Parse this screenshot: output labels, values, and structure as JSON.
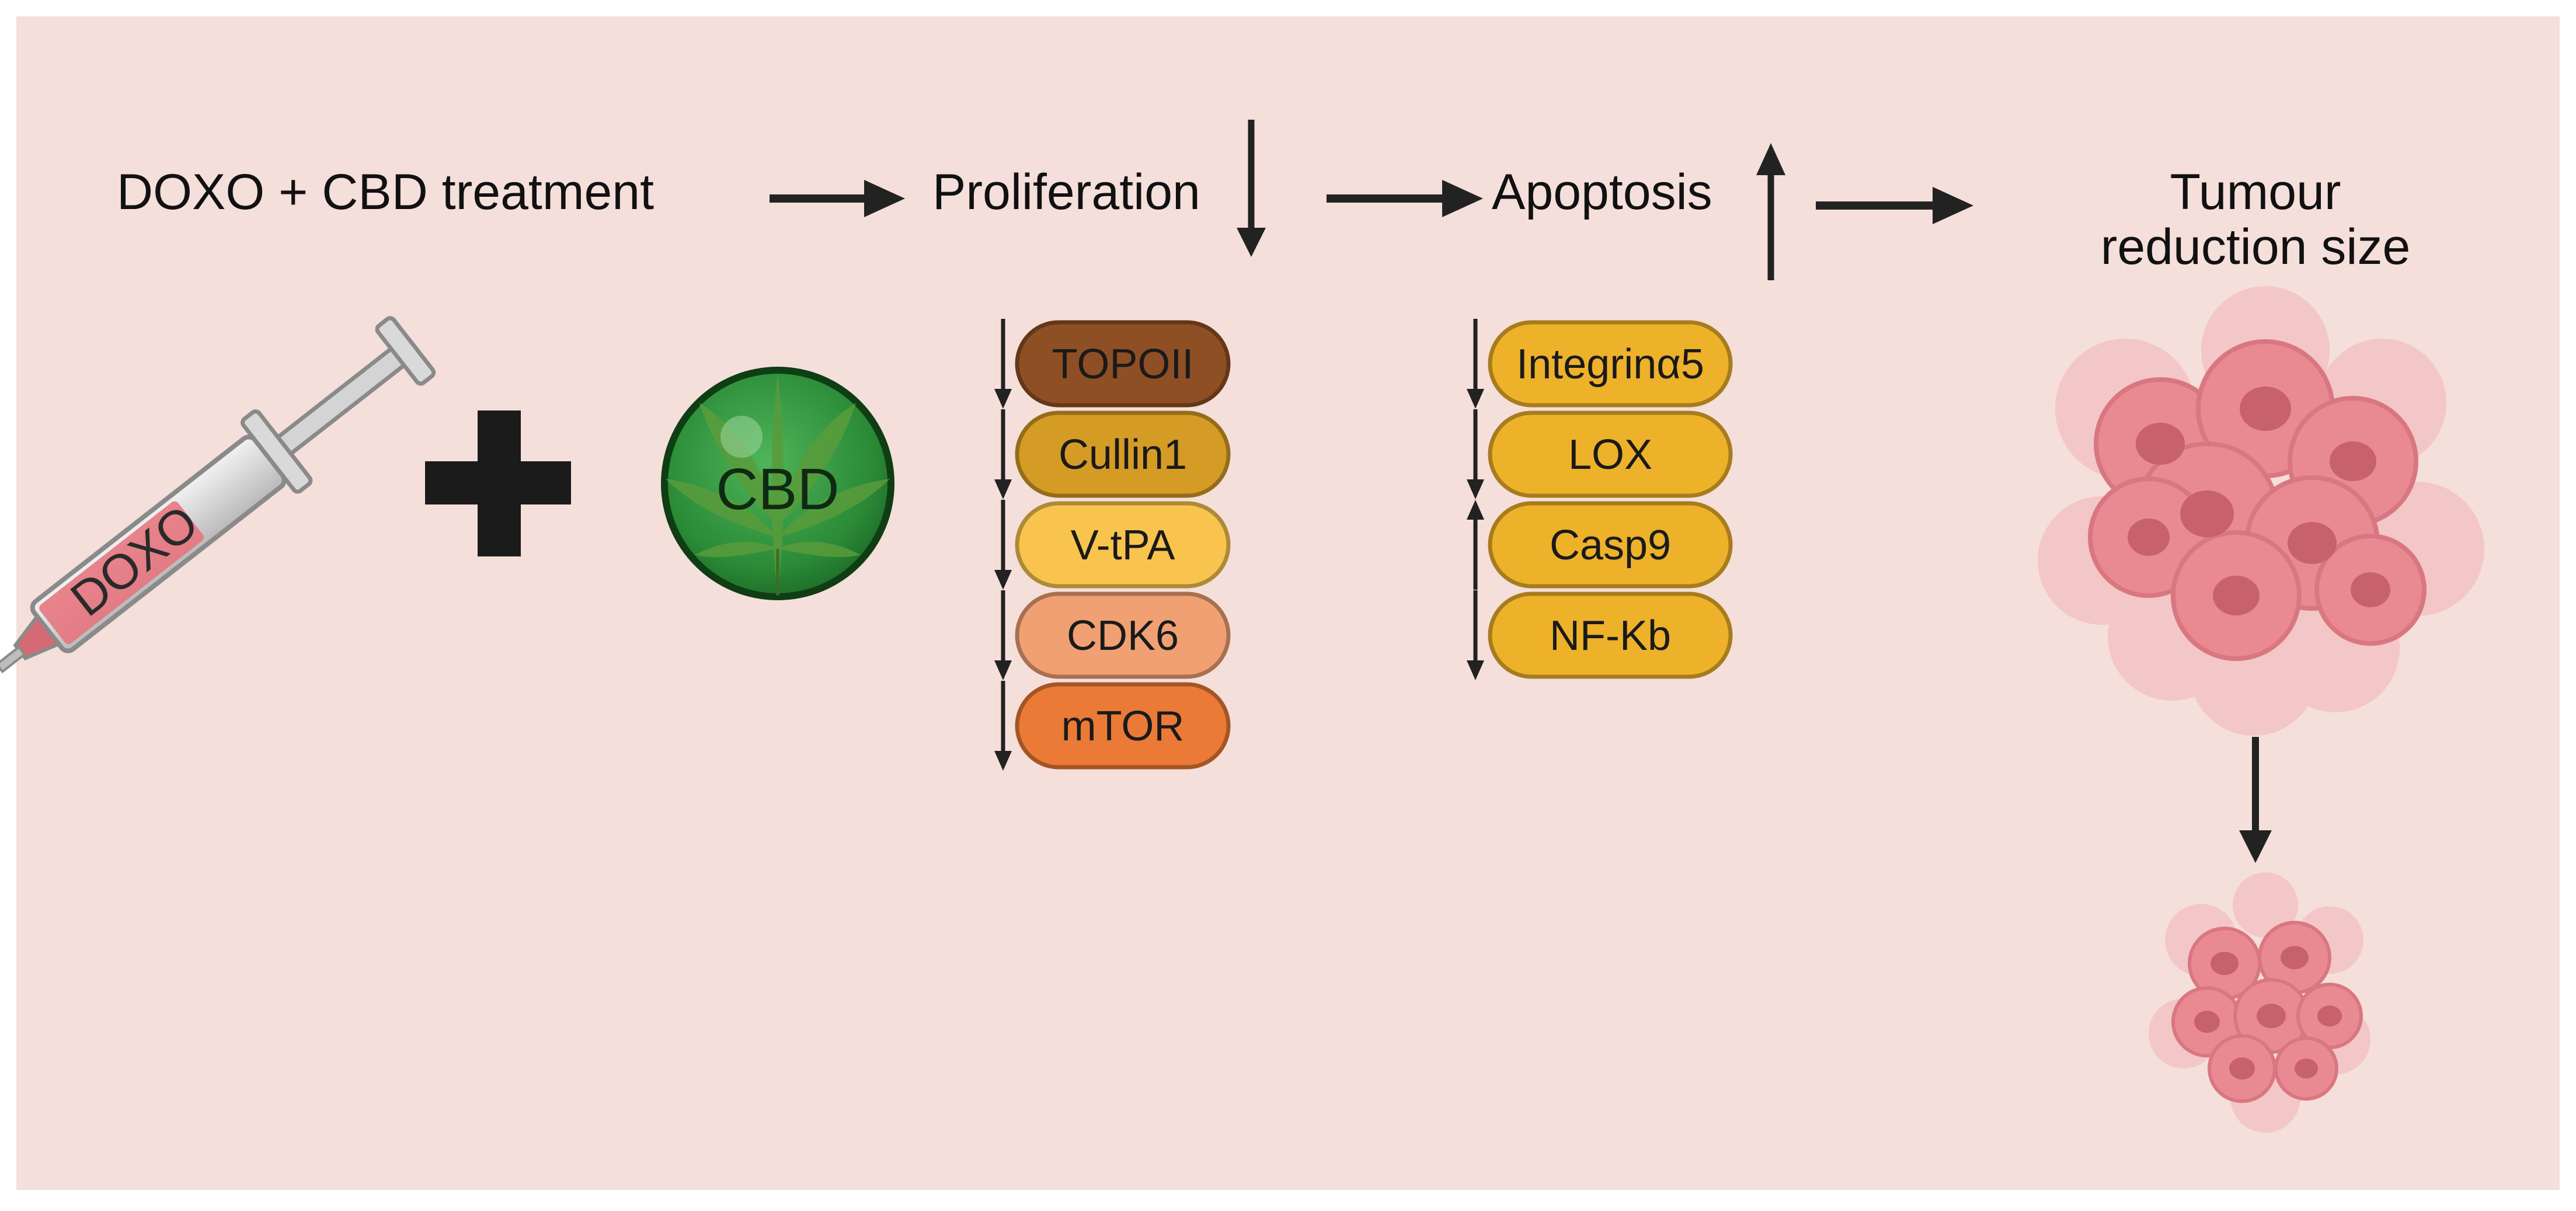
{
  "colors": {
    "background": "#f5dfdb",
    "arrow": "#222222",
    "cbd_green": "#2f8f3a",
    "cbd_dark": "#0f3d14",
    "tumour_pink": "#e98a93",
    "tumour_nucleus": "#c7616c"
  },
  "flow": {
    "treatment_label": "DOXO + CBD treatment",
    "proliferation_label": "Proliferation",
    "proliferation_direction": "down",
    "apoptosis_label": "Apoptosis",
    "apoptosis_direction": "up",
    "outcome_line1": "Tumour",
    "outcome_line2": "reduction size"
  },
  "drugs": {
    "syringe_label": "DOXO",
    "syringe_icon": "syringe-icon",
    "plus_icon": "plus-icon",
    "cbd_label": "CBD",
    "cbd_icon": "cannabis-leaf-icon"
  },
  "proliferation_markers": [
    {
      "label": "TOPOII",
      "color": "#8f4f24",
      "direction": "down"
    },
    {
      "label": "Cullin1",
      "color": "#d59c25",
      "direction": "down"
    },
    {
      "label": "V-tPA",
      "color": "#f8c44e",
      "direction": "down"
    },
    {
      "label": "CDK6",
      "color": "#f0a072",
      "direction": "down"
    },
    {
      "label": "mTOR",
      "color": "#ea7a35",
      "direction": "down"
    }
  ],
  "apoptosis_markers": [
    {
      "label": "Integrinα5",
      "color": "#eeb12a",
      "direction": "down"
    },
    {
      "label": "LOX",
      "color": "#eeb12a",
      "direction": "down"
    },
    {
      "label": "Casp9",
      "color": "#eeb12a",
      "direction": "up"
    },
    {
      "label": "NF-Kb",
      "color": "#eeb12a",
      "direction": "down"
    }
  ]
}
